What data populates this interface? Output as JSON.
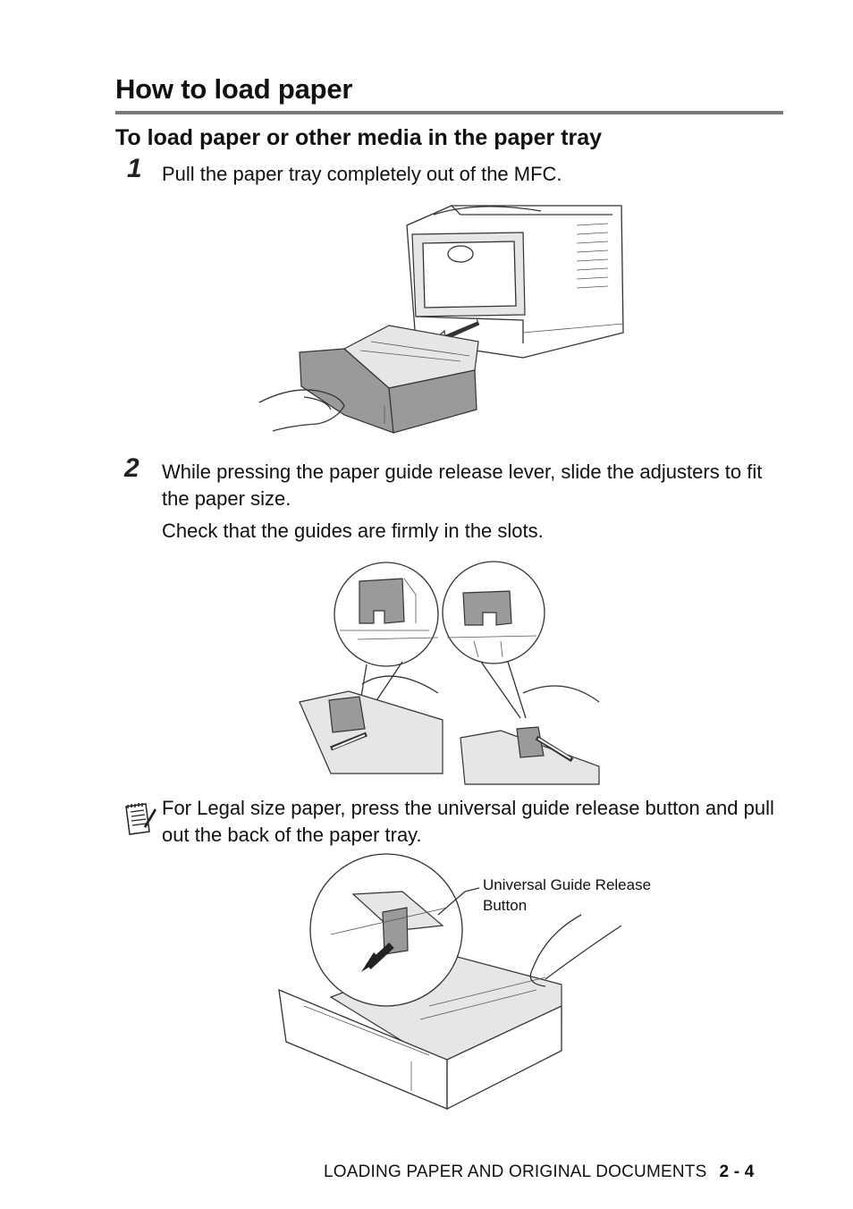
{
  "heading": "How to load paper",
  "subheading": "To load paper or other media in the paper tray",
  "steps": [
    {
      "number": "1",
      "text": "Pull the paper tray completely out of the MFC."
    },
    {
      "number": "2",
      "text": "While pressing the paper guide release lever, slide the adjusters to fit the paper size.",
      "extra": "Check that the guides are firmly in the slots."
    }
  ],
  "note": {
    "icon": "note-pad-pencil-icon",
    "text": "For Legal size paper, press the universal guide release button and pull out the back of the paper tray."
  },
  "figure3": {
    "callout": "Universal Guide Release Button"
  },
  "footer": {
    "section": "LOADING PAPER AND ORIGINAL DOCUMENTS",
    "page": "2 - 4"
  }
}
